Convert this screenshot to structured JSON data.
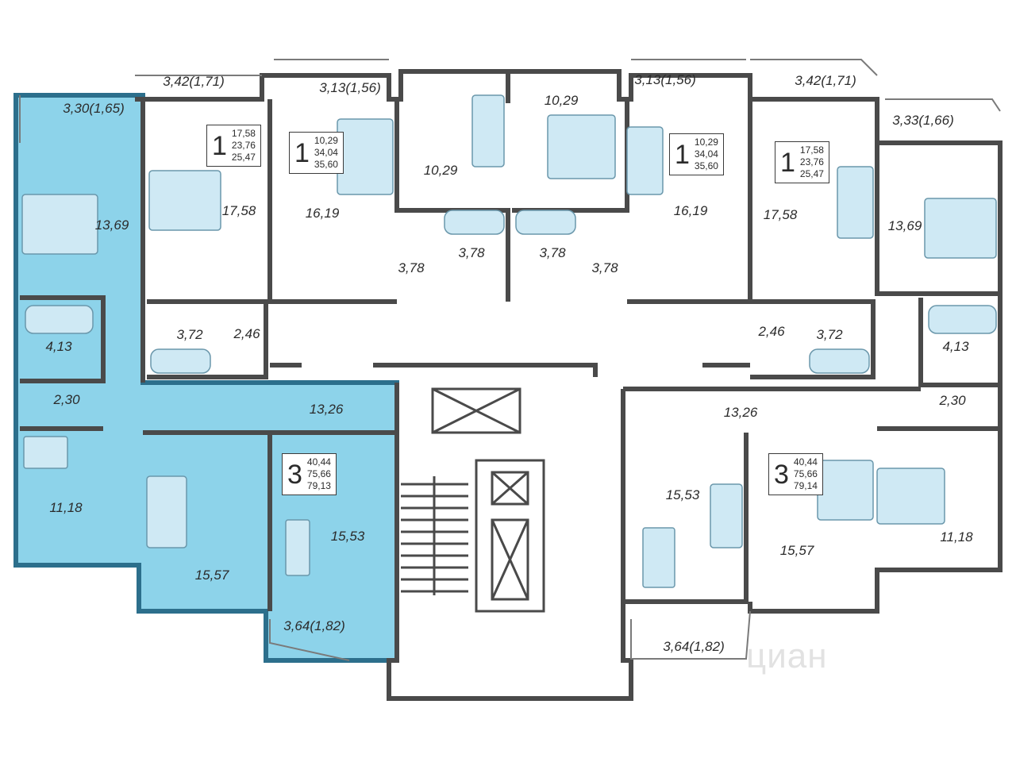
{
  "colors": {
    "highlight": "#8dd3ea",
    "highlight_dark": "#2c6f8c",
    "wall": "#4a4a4a",
    "furniture": "#a8d3e6"
  },
  "apartments": [
    {
      "rooms": "1",
      "areas": [
        "17,58",
        "23,76",
        "25,47"
      ]
    },
    {
      "rooms": "1",
      "areas": [
        "10,29",
        "34,04",
        "35,60"
      ]
    },
    {
      "rooms": "1",
      "areas": [
        "10,29",
        "34,04",
        "35,60"
      ]
    },
    {
      "rooms": "1",
      "areas": [
        "17,58",
        "23,76",
        "25,47"
      ]
    },
    {
      "rooms": "3",
      "areas": [
        "40,44",
        "75,66",
        "79,13"
      ]
    },
    {
      "rooms": "3",
      "areas": [
        "40,44",
        "75,66",
        "79,14"
      ]
    }
  ],
  "room_labels": [
    "3,30(1,65)",
    "3,42(1,71)",
    "3,13(1,56)",
    "10,29",
    "10,29",
    "3,13(1,56)",
    "3,42(1,71)",
    "3,33(1,66)",
    "13,69",
    "17,58",
    "16,19",
    "16,19",
    "17,58",
    "13,69",
    "3,78",
    "3,78",
    "3,78",
    "3,78",
    "4,13",
    "3,72",
    "2,46",
    "2,46",
    "3,72",
    "4,13",
    "2,30",
    "13,26",
    "13,26",
    "2,30",
    "11,18",
    "15,57",
    "15,53",
    "15,53",
    "15,57",
    "11,18",
    "3,64(1,82)",
    "3,64(1,82)"
  ],
  "watermark": "циан"
}
